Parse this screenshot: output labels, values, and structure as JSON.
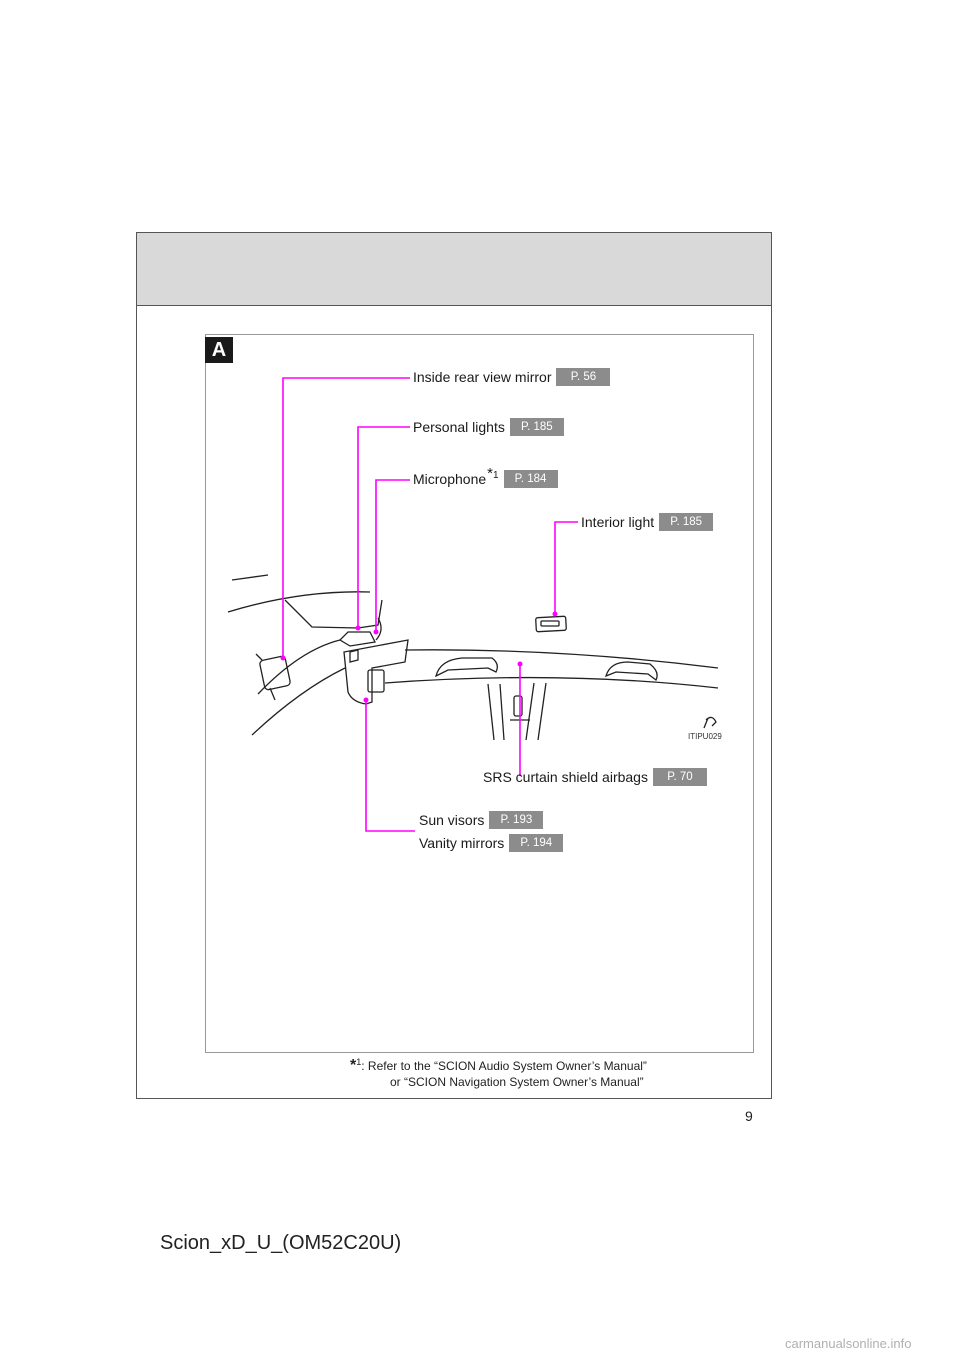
{
  "panel": {
    "letter": "A"
  },
  "callouts": {
    "mirror": {
      "label": "Inside rear view mirror",
      "page": "P. 56"
    },
    "personal_lights": {
      "label": "Personal lights",
      "page": "P. 185"
    },
    "microphone": {
      "label": "Microphone",
      "marker": "*",
      "marker_num": "1",
      "page": "P. 184"
    },
    "interior_light": {
      "label": "Interior light",
      "page": "P. 185"
    },
    "airbags": {
      "label": "SRS curtain shield airbags",
      "page": "P. 70"
    },
    "sun_visors": {
      "label": "Sun visors",
      "page": "P. 193"
    },
    "vanity_mirrors": {
      "label": "Vanity mirrors",
      "page": "P. 194"
    }
  },
  "figure_code": "ITIPU029",
  "footnote": {
    "marker": "*",
    "marker_num": "1",
    "line1": ": Refer to the “SCION Audio System Owner’s Manual”",
    "line2": "or “SCION Navigation System Owner’s Manual”"
  },
  "page_number": "9",
  "document_id": "Scion_xD_U_(OM52C20U)",
  "watermark": "carmanualsonline.info",
  "colors": {
    "leader": "#ff00ff",
    "page_ref_bg": "#8c8c8c",
    "header_band": "#d9d9d9"
  }
}
